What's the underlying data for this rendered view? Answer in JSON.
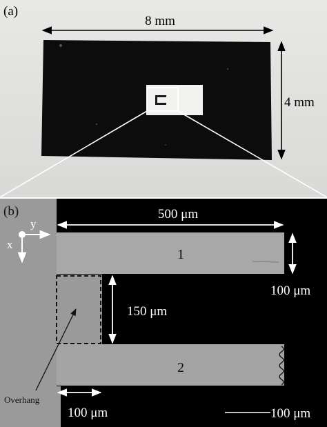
{
  "panel_a": {
    "label": "(a)",
    "width_label": "8 mm",
    "height_label": "4 mm"
  },
  "panel_b": {
    "label": "(b)",
    "axis_x": "x",
    "axis_y": "y",
    "length_label": "500 μm",
    "width_label": "100 μm",
    "gap_label": "150 μm",
    "overhang_width_label": "100 μm",
    "scale_bar_label": "100 μm",
    "beam_1": "1",
    "beam_2": "2",
    "overhang_label": "Overhang"
  },
  "colors": {
    "sample": "#0c0c0c",
    "substrate": "#9a9a9a",
    "beam": "#a8a8a8"
  }
}
